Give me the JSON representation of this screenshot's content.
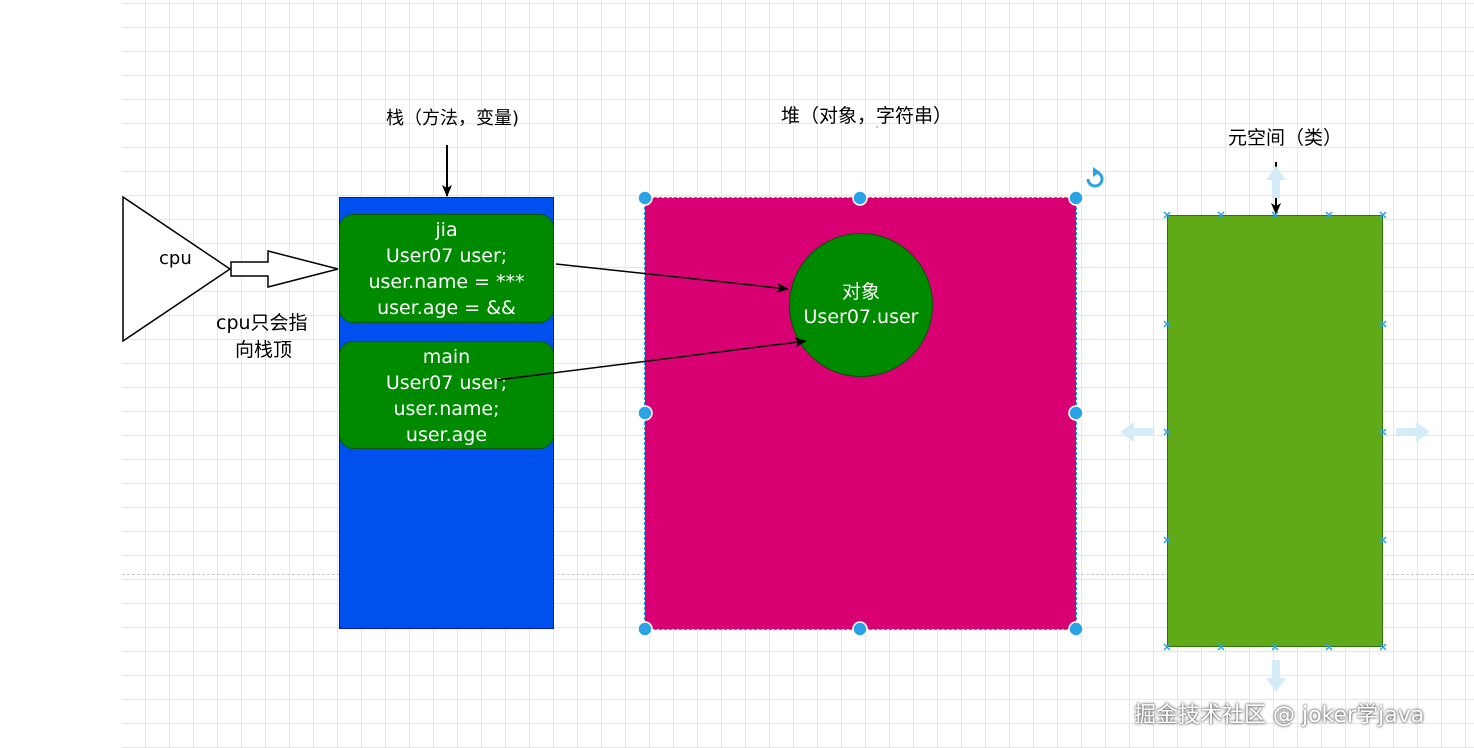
{
  "labels": {
    "stack_title": "栈（方法，变量)",
    "heap_title": "堆（对象，字符串）",
    "metaspace_title": "元空间（类）",
    "cpu": "cpu",
    "cpu_note_line1": "cpu只会指",
    "cpu_note_line2": "向栈顶"
  },
  "frames": [
    {
      "name": "jia",
      "lines": [
        "jia",
        "User07 user;",
        "user.name = ***",
        "user.age = &&"
      ]
    },
    {
      "name": "main",
      "lines": [
        "main",
        "User07 user;",
        "user.name;",
        "user.age"
      ]
    }
  ],
  "object": {
    "line1": "对象",
    "line2": "User07.user"
  },
  "watermark": "掘金技术社区 @ joker学java",
  "colors": {
    "stack_fill": "#0050ef",
    "frame_fill": "#008a00",
    "heap_fill": "#d80073",
    "object_fill": "#008a00",
    "metaspace_fill": "#60a917",
    "selection_handle": "#29a3e6"
  }
}
